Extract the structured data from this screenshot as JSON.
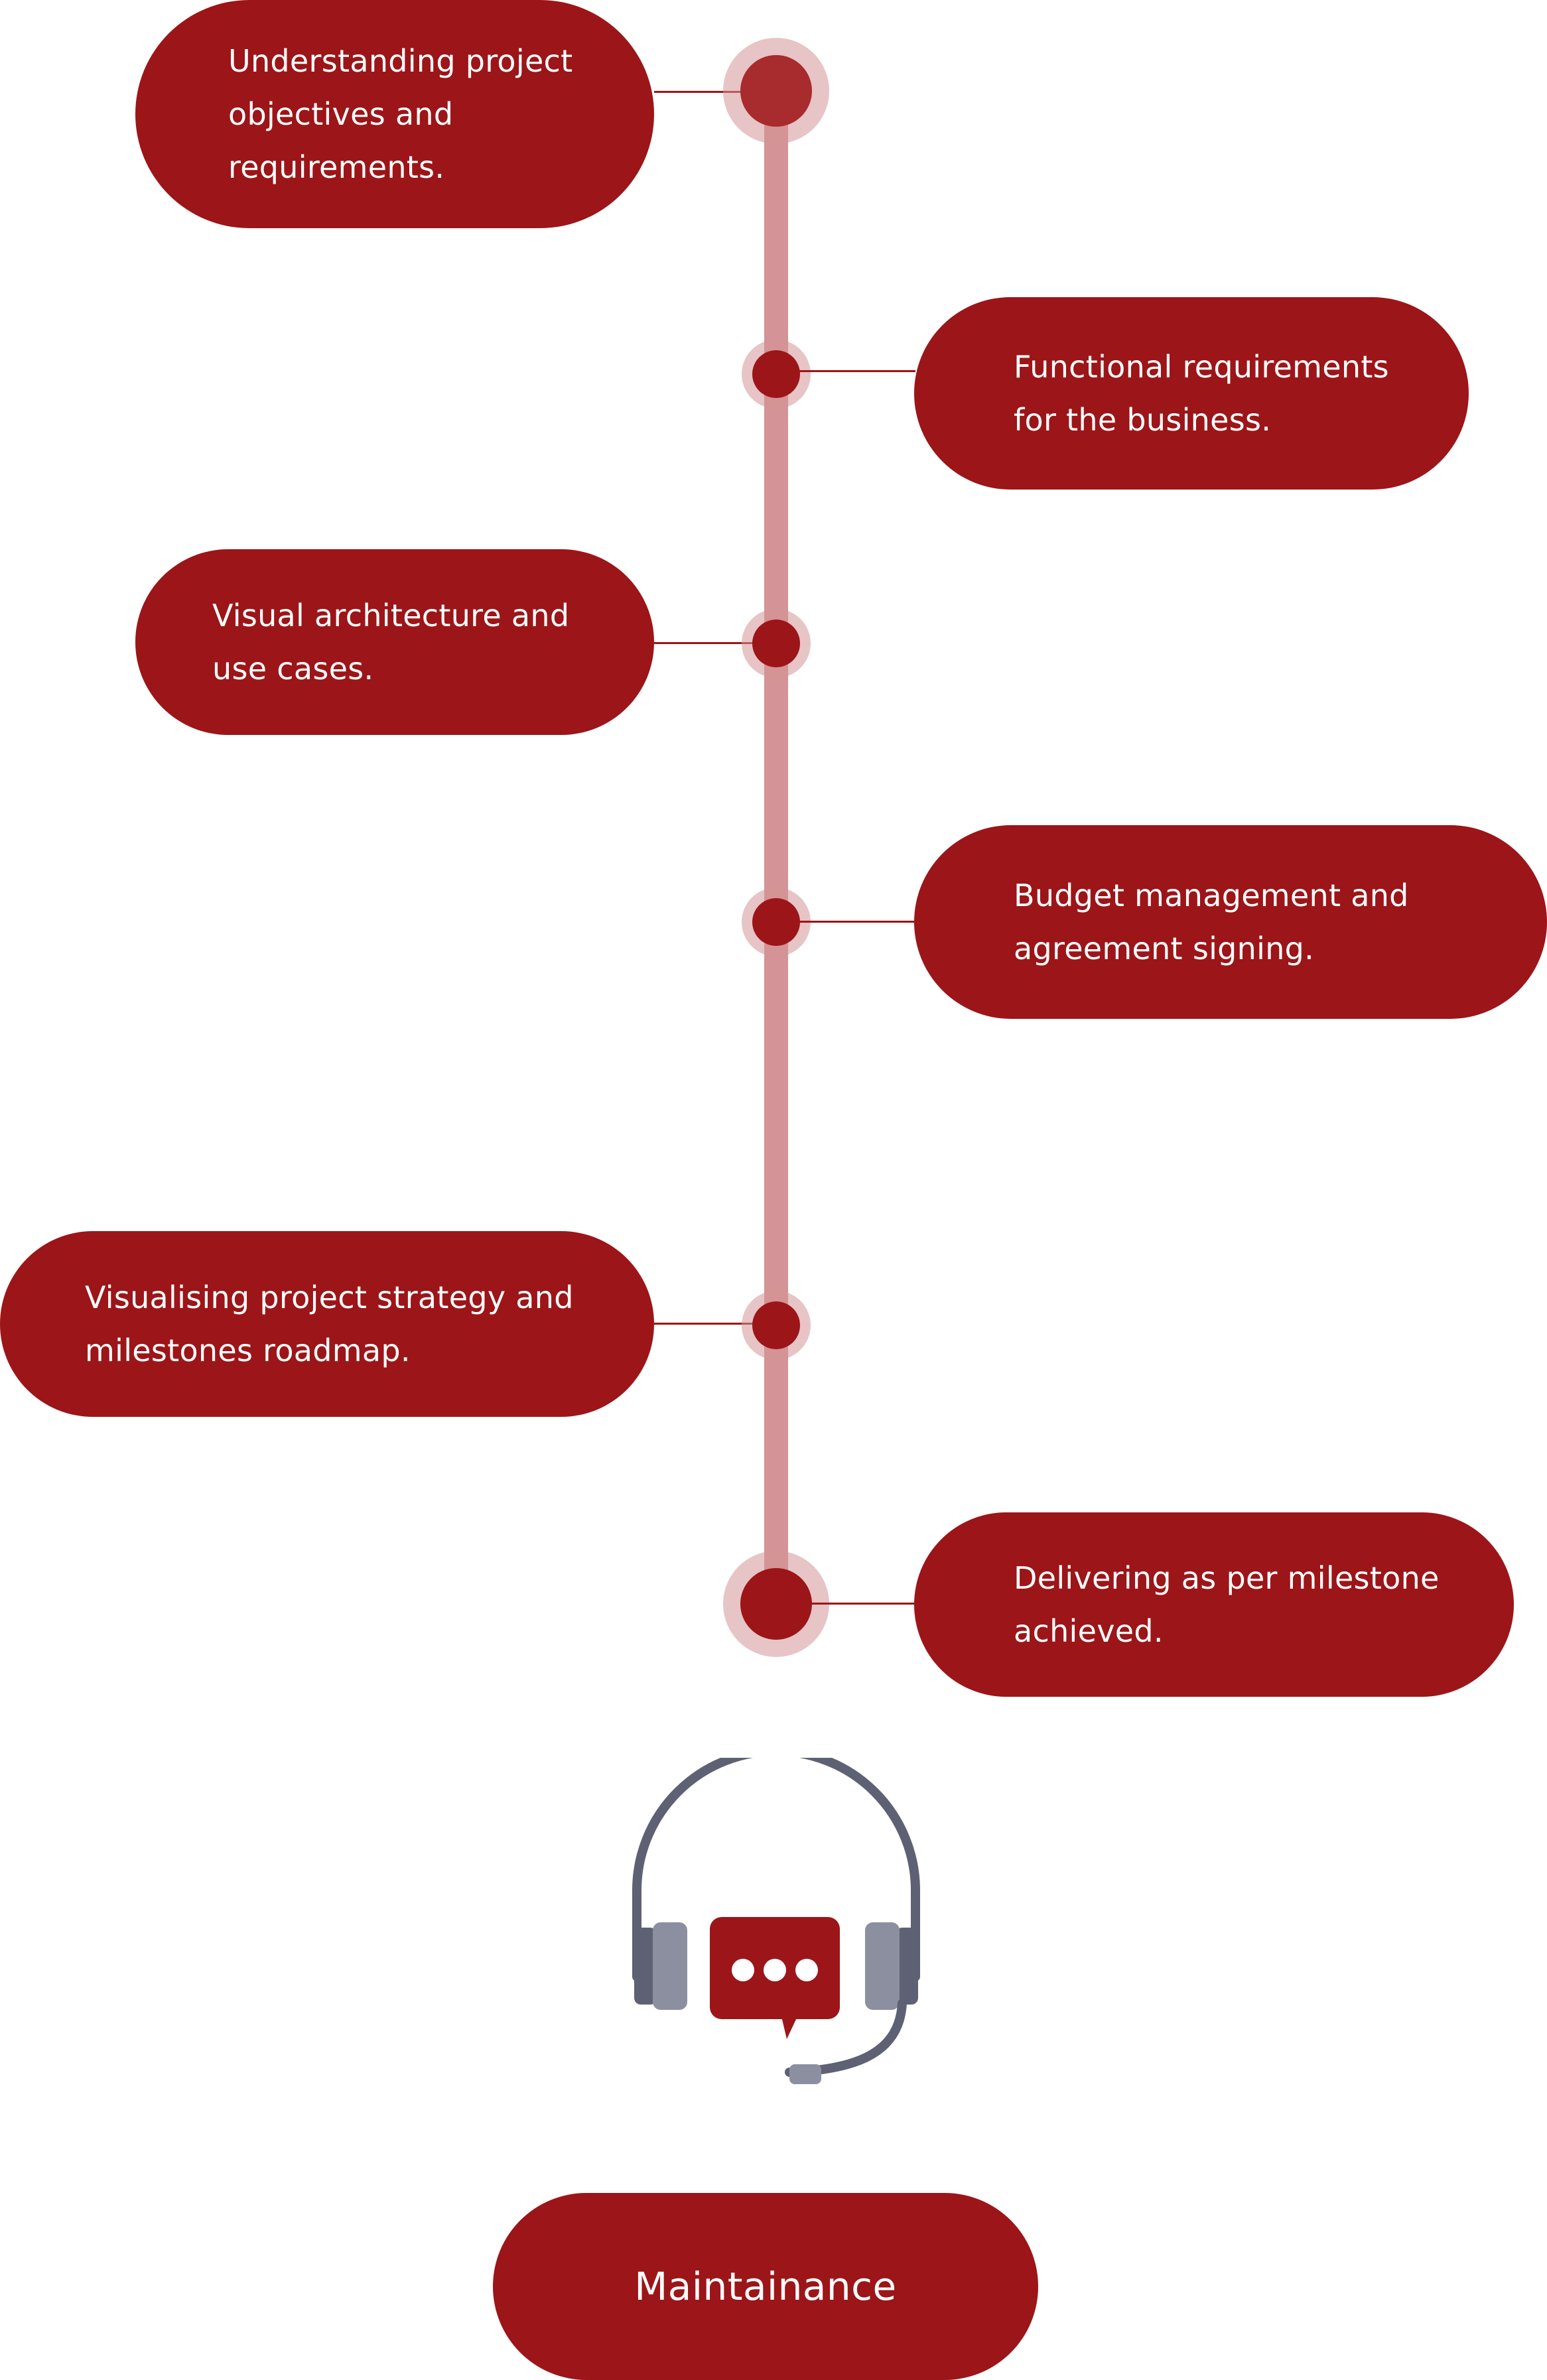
{
  "colors": {
    "accent": "#9c1518",
    "spine": "#d49396",
    "icon_gray": "#5e6173",
    "icon_light_gray": "#8c8fa0",
    "background": "#ffffff"
  },
  "steps": [
    {
      "text": "Understanding project\nobjectives and\nrequirements."
    },
    {
      "text": "Functional requirements\nfor the business."
    },
    {
      "text": "Visual architecture and\nuse cases."
    },
    {
      "text": "Budget management and\nagreement signing."
    },
    {
      "text": "Visualising project strategy and\nmilestones roadmap."
    },
    {
      "text": "Delivering as per milestone\nachieved."
    }
  ],
  "icon": {
    "name": "headset-chat-icon"
  },
  "final": {
    "label": "Maintainance"
  }
}
